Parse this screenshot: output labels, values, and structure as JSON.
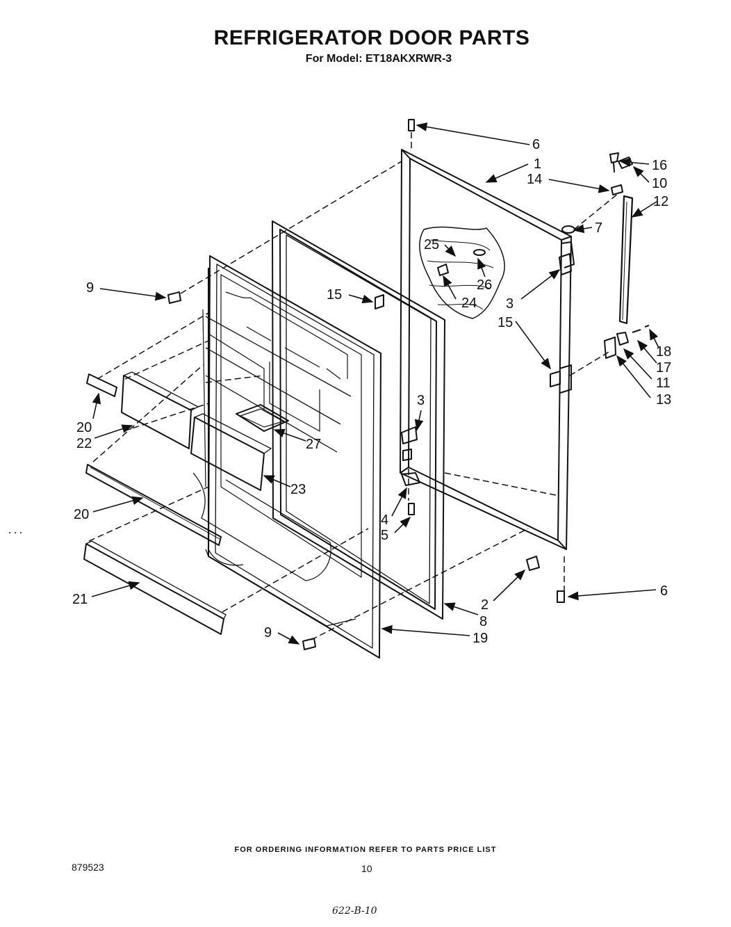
{
  "title": "REFRIGERATOR DOOR PARTS",
  "subtitle": "For Model: ET18AKXRWR-3",
  "footer_note": "FOR ORDERING INFORMATION REFER TO PARTS PRICE LIST",
  "doc_number": "879523",
  "page_number": "10",
  "handwritten_note": "622-B-10",
  "callouts": {
    "c6_top": "6",
    "c1": "1",
    "c16": "16",
    "c14": "14",
    "c10": "10",
    "c12": "12",
    "c7": "7",
    "c25": "25",
    "c26": "26",
    "c24": "24",
    "c3_right": "3",
    "c15_right": "15",
    "c9_top": "9",
    "c15_left": "15",
    "c18": "18",
    "c17": "17",
    "c11": "11",
    "c13": "13",
    "c20_top": "20",
    "c22": "22",
    "c3_mid": "3",
    "c27": "27",
    "c23": "23",
    "c20_bottom": "20",
    "c4": "4",
    "c5": "5",
    "c21": "21",
    "c2": "2",
    "c6_bottom": "6",
    "c8": "8",
    "c9_bottom": "9",
    "c19": "19"
  }
}
